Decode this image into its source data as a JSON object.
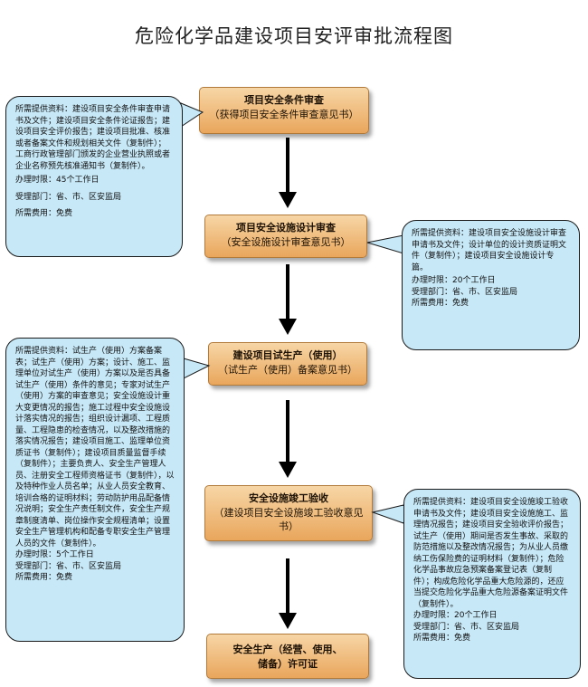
{
  "title": "危险化学品建设项目安评审批流程图",
  "steps": [
    {
      "main": "项目安全条件审查",
      "sub": "（获得项目安全条件审查意见书）"
    },
    {
      "main": "项目安全设施设计审查",
      "sub": "（安全设施设计审查意见书）"
    },
    {
      "main": "建设项目试生产（使用）",
      "sub": "（试生产（使用）备案意见书）"
    },
    {
      "main": "安全设施竣工验收",
      "sub": "（建设项目安全设施竣工验收意见书）"
    },
    {
      "main": "安全生产（经营、使用、储备）许可证",
      "sub": ""
    }
  ],
  "callouts": [
    {
      "materials": "所需提供资料：建设项目安全条件审查申请书及文件；建设项目安全条件论证报告；建设项目安全评价报告；建设项目批准、核准或者备案文件和规划相关文件（复制件）；工商行政管理部门颁发的企业营业执照或者企业名称预先核准通知书（复制件）。",
      "time": "办理时限：45个工作日",
      "dept": "受理部门：省、市、区安监局",
      "fee": "所需费用：免费"
    },
    {
      "materials": "所需提供资料：建设项目安全设施设计审查申请书及文件；设计单位的设计资质证明文件（复制件）；建设项目安全设施设计专篇。",
      "time": "办理时限：20个工作日",
      "dept": "受理部门：省、市、区安监局",
      "fee": "所需费用：免费"
    },
    {
      "materials": "所需提供资料：试生产（使用）方案备案表；试生产（使用）方案；设计、施工、监理单位对试生产（使用）方案以及是否具备试生产（使用）条件的意见；专家对试生产（使用）方案的审查意见；安全设施设计重大变更情况的报告；施工过程中安全设施设计落实情况的报告；组织设计漏项、工程质量、工程隐患的检查情况，以及整改措施的落实情况报告；建设项目施工、监理单位资质证书（复制件）；建设项目质量监督手续（复制件）；主要负责人、安全生产管理人员、注册安全工程师资格证书（复制件），以及特种作业人员名单；从业人员安全教育、培训合格的证明材料；劳动防护用品配备情况说明；安全生产责任制文件，安全生产规章制度清单、岗位操作安全规程清单；设置安全生产管理机构和配备专职安全生产管理人员的文件（复制件）。",
      "time": "办理时限：5个工作日",
      "dept": "受理部门：省、市、区安监局",
      "fee": "所需费用：免费"
    },
    {
      "materials": "所需提供资料：建设项目安全设施竣工验收申请书及文件；建设项目安全设施施工、监理情况报告；建设项目安全验收评价报告；试生产（使用）期间是否发生事故、采取的防范措施以及整改情况报告；为从业人员缴纳工伤保险费的证明材料（复制件）；危险化学品事故应急预案备案登记表（复制件）；构成危险化学品重大危险源的，还应当提交危险化学品重大危险源备案证明文件（复制件）。",
      "time": "办理时限：20个工作日",
      "dept": "受理部门：省、市、区安监局",
      "fee": "所需费用：免费"
    }
  ]
}
